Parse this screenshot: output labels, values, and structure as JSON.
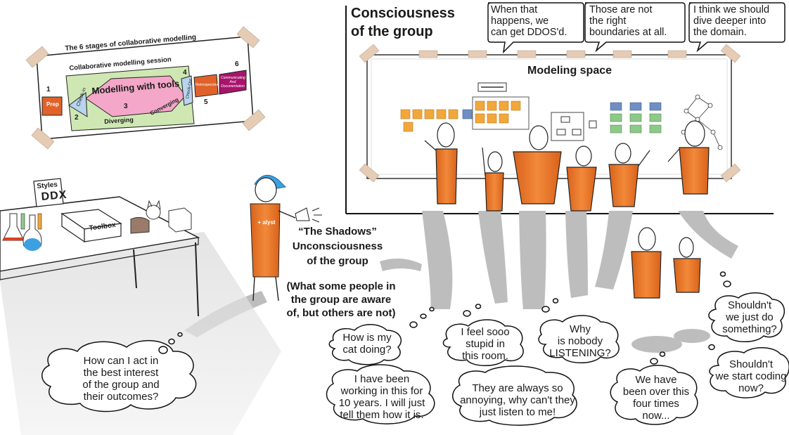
{
  "stages": {
    "title": "The 6 stages of collaborative modelling",
    "session_label": "Collaborative modelling session",
    "prep": "Prep",
    "checkin": "Check-in",
    "modelling": "Modelling with tools",
    "diverging": "Diverging",
    "converging": "Converging",
    "checkout": "Check-Out",
    "retrospective": "Retrospective",
    "communicating": "Communicating And Documentation",
    "n1": "1",
    "n2": "2",
    "n3": "3",
    "n4": "4",
    "n5": "5",
    "n6": "6"
  },
  "consciousness": {
    "line1": "Consciousness",
    "line2": "of the group"
  },
  "speech": [
    {
      "lines": [
        "When that",
        "happens, we",
        "can get DDOS'd."
      ]
    },
    {
      "lines": [
        "Those are not",
        "the right",
        "boundaries at all."
      ]
    },
    {
      "lines": [
        "I think we should",
        "dive deeper into",
        "the domain."
      ]
    }
  ],
  "board": {
    "title": "Modeling space"
  },
  "toolbox": {
    "label": "Toolbox",
    "styles": "Styles",
    "ddx": "DDX"
  },
  "facilitator": {
    "shirt": "+ alyst"
  },
  "shadows": {
    "title": "“The Shadows”",
    "line2": "Unconsciousness",
    "line3": "of the group",
    "note1": "(What some people in",
    "note2": "the group are aware",
    "note3": "of, but others are not)"
  },
  "thoughts": [
    {
      "lines": [
        "How can I act in",
        "the best interest",
        "of the group and",
        "their outcomes?"
      ]
    },
    {
      "lines": [
        "How is my",
        "cat doing?"
      ]
    },
    {
      "lines": [
        "I feel sooo",
        "stupid in",
        "this room."
      ]
    },
    {
      "lines": [
        "Why",
        "is nobody",
        "LISTENING?"
      ]
    },
    {
      "lines": [
        "Shouldn't",
        "we just do",
        "something?"
      ]
    },
    {
      "lines": [
        "I have been",
        "working in this for",
        "10 years. I will just",
        "tell them how it is."
      ]
    },
    {
      "lines": [
        "They are always so",
        "annoying, why can't they",
        "just listen to me!"
      ]
    },
    {
      "lines": [
        "We have",
        "been over this",
        "four times",
        "now..."
      ]
    },
    {
      "lines": [
        "Shouldn't",
        "we start coding",
        "now?"
      ]
    }
  ],
  "colors": {
    "shirt": "#ee7a22",
    "sticky_orange": "#f2a73b",
    "sticky_blue": "#6f8fc4",
    "sticky_green": "#8fc98a",
    "tape": "#e6cbb5",
    "shadow": "#b8b8b8",
    "cap": "#3da0e0",
    "prep": "#e0622a",
    "session": "#cfe8b3",
    "modelling": "#f4a7c8",
    "communicating": "#a8136c",
    "checkin": "#b8d4ee"
  }
}
